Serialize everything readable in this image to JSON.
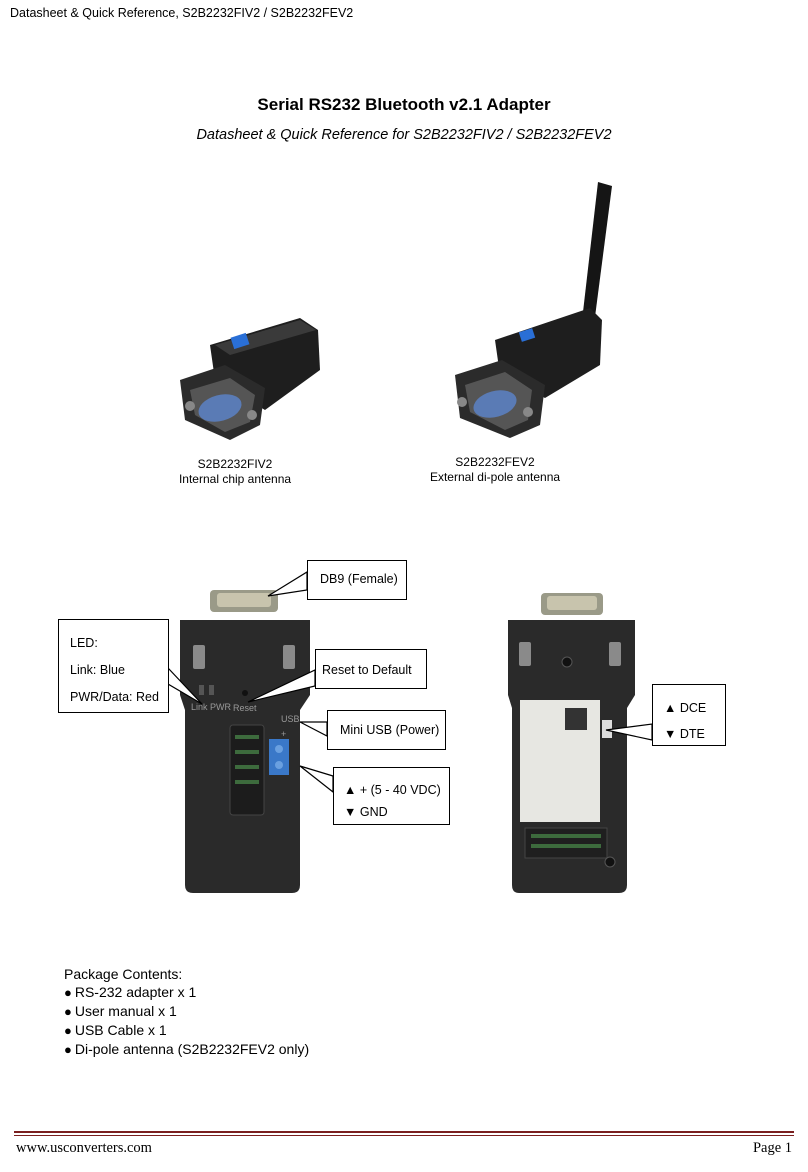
{
  "header": {
    "text": "Datasheet & Quick Reference, S2B2232FIV2 / S2B2232FEV2"
  },
  "title": "Serial RS232 Bluetooth v2.1 Adapter",
  "subtitle": "Datasheet & Quick Reference for S2B2232FIV2 / S2B2232FEV2",
  "products": [
    {
      "model": "S2B2232FIV2",
      "desc": "Internal chip antenna"
    },
    {
      "model": "S2B2232FEV2",
      "desc": "External di-pole antenna"
    }
  ],
  "device_front": {
    "printed": {
      "led_labels": "Link PWR",
      "reset": "Reset",
      "usb": "USB",
      "plus": "+"
    }
  },
  "callouts": {
    "db9": "DB9 (Female)",
    "led": {
      "title": "LED:",
      "link": "Link: Blue",
      "pwr": "PWR/Data: Red"
    },
    "reset": "Reset to Default",
    "usb": "Mini USB (Power)",
    "power": {
      "plus": "▲ + (5 - 40 VDC)",
      "gnd": "▼ GND"
    },
    "switch": {
      "dce": "▲ DCE",
      "dte": "▼ DTE"
    }
  },
  "package": {
    "title": "Package Contents:",
    "items": [
      "RS-232 adapter x 1",
      "User manual x 1",
      "USB Cable x 1",
      "Di-pole antenna (S2B2232FEV2 only)"
    ]
  },
  "footer": {
    "website": "www.usconverters.com",
    "page": "Page 1"
  }
}
